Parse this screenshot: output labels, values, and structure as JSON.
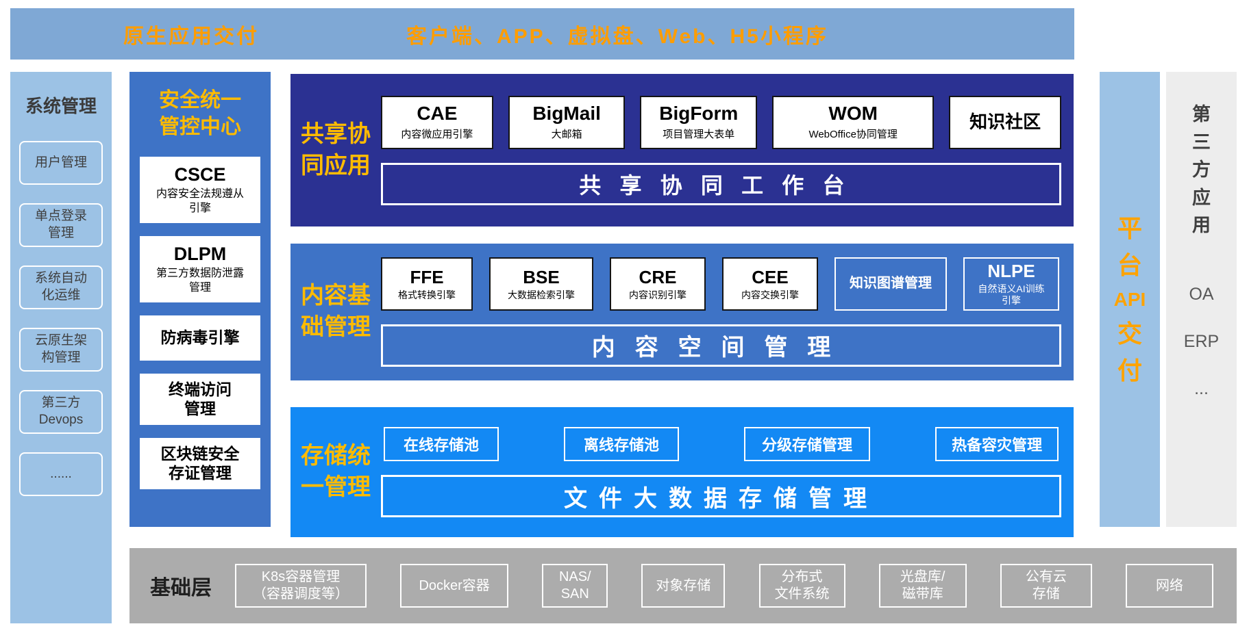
{
  "colors": {
    "accent_orange": "#FF9D00",
    "label_gold": "#FFBB00",
    "band_blue": "#7FA8D5",
    "light_blue": "#9CC2E5",
    "mid_blue": "#3E73C6",
    "navy": "#2B3192",
    "bright_blue": "#1389F4",
    "base_gray": "#ACACAC",
    "panel_gray": "#EDEDED"
  },
  "top_bar": {
    "left_label": "原生应用交付",
    "right_label": "客户端、APP、虚拟盘、Web、H5小程序"
  },
  "system_panel": {
    "title": "系统管理",
    "items": [
      "用户管理",
      [
        "单点登录",
        "管理"
      ],
      [
        "系统自动",
        "化运维"
      ],
      [
        "云原生架",
        "构管理"
      ],
      [
        "第三方",
        "Devops"
      ],
      "......"
    ]
  },
  "security_panel": {
    "title": [
      "安全统一",
      "管控中心"
    ],
    "items": [
      {
        "name": "CSCE",
        "desc": [
          "内容安全法规遵从",
          "引擎"
        ]
      },
      {
        "name": "DLPM",
        "desc": [
          "第三方数据防泄露",
          "管理"
        ]
      },
      {
        "name": "防病毒引擎"
      },
      {
        "name": [
          "终端访问",
          "管理"
        ]
      },
      {
        "name": [
          "区块链安全",
          "存证管理"
        ]
      }
    ]
  },
  "collab_section": {
    "label": [
      "共享协",
      "同应用"
    ],
    "apps": [
      {
        "name": "CAE",
        "desc": "内容微应用引擎"
      },
      {
        "name": "BigMail",
        "desc": "大邮箱"
      },
      {
        "name": "BigForm",
        "desc": "项目管理大表单"
      },
      {
        "name": "WOM",
        "desc": "WebOffice协同管理"
      },
      {
        "name": "知识社区"
      }
    ],
    "platform_bar": "共享协同工作台"
  },
  "content_section": {
    "label": [
      "内容基",
      "础管理"
    ],
    "engines": [
      {
        "name": "FFE",
        "desc": "格式转换引擎"
      },
      {
        "name": "BSE",
        "desc": "大数据检索引擎"
      },
      {
        "name": "CRE",
        "desc": "内容识别引擎"
      },
      {
        "name": "CEE",
        "desc": "内容交换引擎"
      },
      {
        "name": "知识图谱管理"
      },
      {
        "name": "NLPE",
        "desc": [
          "自然语义AI训练",
          "引擎"
        ]
      }
    ],
    "platform_bar": "内容空间管理"
  },
  "storage_section": {
    "label": [
      "存储统",
      "一管理"
    ],
    "pools": [
      "在线存储池",
      "离线存储池",
      "分级存储管理",
      "热备容灾管理"
    ],
    "platform_bar": "文件大数据存储管理"
  },
  "api_panel": {
    "chars": [
      "平",
      "台",
      "API",
      "交",
      "付"
    ]
  },
  "third_party_panel": {
    "title_chars": [
      "第",
      "三",
      "方",
      "应",
      "用"
    ],
    "items": [
      "OA",
      "ERP",
      "..."
    ]
  },
  "base_layer": {
    "title": "基础层",
    "items": [
      [
        "K8s容器管理",
        "（容器调度等）"
      ],
      "Docker容器",
      [
        "NAS/",
        "SAN"
      ],
      "对象存储",
      [
        "分布式",
        "文件系统"
      ],
      [
        "光盘库/",
        "磁带库"
      ],
      [
        "公有云",
        "存储"
      ],
      "网络"
    ]
  }
}
